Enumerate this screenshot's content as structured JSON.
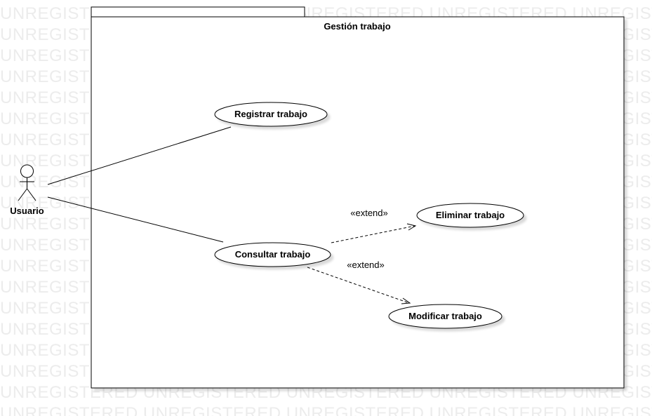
{
  "watermark": {
    "text": "UNREGISTERED"
  },
  "system": {
    "name": "Gestión trabajo"
  },
  "actor": {
    "name": "Usuario"
  },
  "use_cases": {
    "registrar": "Registrar trabajo",
    "consultar": "Consultar trabajo",
    "eliminar": "Eliminar trabajo",
    "modificar": "Modificar trabajo"
  },
  "relations": {
    "extend_eliminar": "«extend»",
    "extend_modificar": "«extend»"
  }
}
